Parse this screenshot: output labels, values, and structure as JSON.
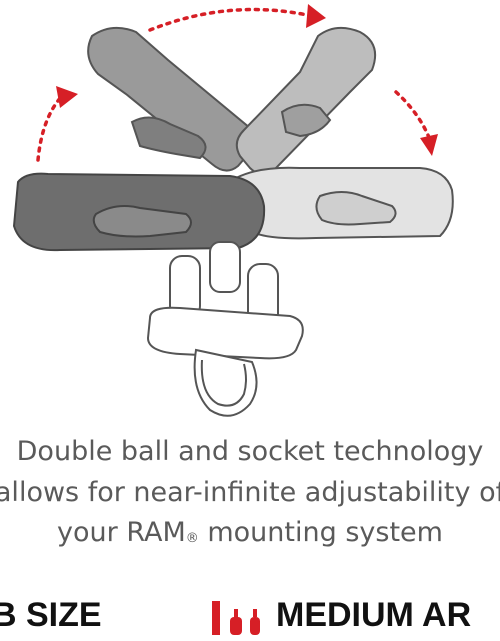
{
  "caption": {
    "line1": "Double ball and socket technology",
    "line2": "allows for near-infinite adjustability of",
    "line3_prefix": "your RAM",
    "line3_mark": "®",
    "line3_suffix": " mounting system"
  },
  "features": {
    "ball_size": "B SIZE",
    "arm_length": "MEDIUM AR"
  },
  "colors": {
    "accent": "#d61f26",
    "arm_dark": "#6e6e6e",
    "arm_mid": "#9a9a9a",
    "arm_light": "#d2d2d2",
    "outline": "#555555",
    "text": "#5a5a5a"
  },
  "icons": {
    "rotation_arrows": "dotted-curved-arrow-icon",
    "arm_length": "arm-length-icon"
  }
}
